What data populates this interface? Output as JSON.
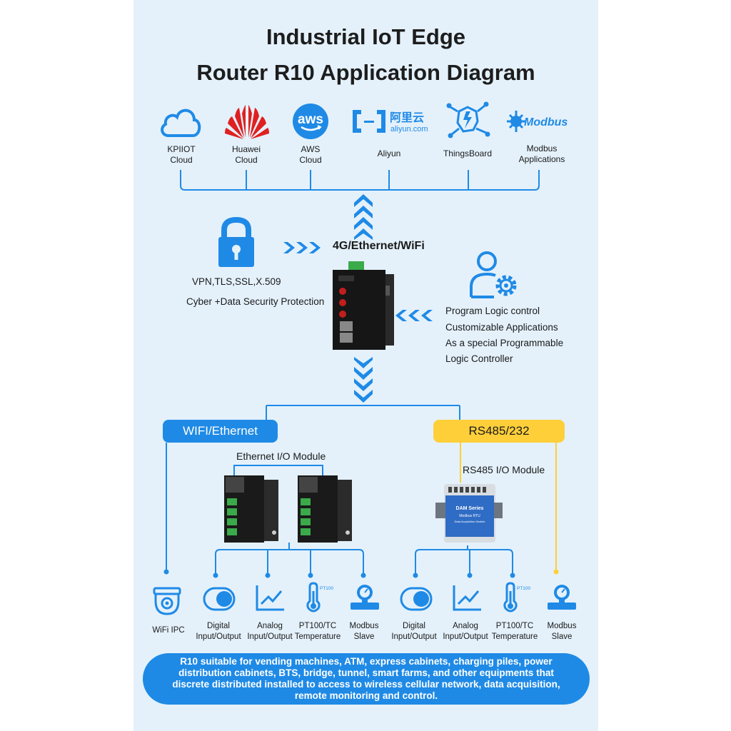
{
  "title": {
    "line1": "Industrial IoT Edge",
    "line2": "Router R10 Application Diagram"
  },
  "clouds": [
    {
      "icon": "cloud-icon",
      "label1": "KPIIOT",
      "label2": "Cloud"
    },
    {
      "icon": "huawei-logo",
      "label1": "Huawei",
      "label2": "Cloud"
    },
    {
      "icon": "aws-logo",
      "label1": "AWS",
      "label2": "Cloud",
      "logo_text": "aws"
    },
    {
      "icon": "aliyun-logo",
      "label1": "Aliyun",
      "label2": "",
      "logo_text": "阿里云",
      "logo_sub": "aliyun.com"
    },
    {
      "icon": "thingsboard-logo",
      "label1": "ThingsBoard",
      "label2": ""
    },
    {
      "icon": "modbus-logo",
      "label1": "Modbus",
      "label2": "Applications",
      "logo_text": "Modbus"
    }
  ],
  "connectivity": "4G/Ethernet/WiFi",
  "security": {
    "line1": "VPN,TLS,SSL,X.509",
    "line2": "Cyber +Data Security Protection"
  },
  "logic": {
    "line1": "Program Logic control",
    "line2": "Customizable Applications",
    "line3": "As a special Programmable",
    "line4": "Logic Controller"
  },
  "wifi_ethernet_label": "WIFI/Ethernet",
  "rs485_label": "RS485/232",
  "ethernet_module_label": "Ethernet I/O Module",
  "rs485_module_label": "RS485 I/O Module",
  "dam_device_text": {
    "brand": "DAM Series",
    "line1": "Modbus RTU",
    "line2": "Data Acquisition Module"
  },
  "pt_badge": "PT100",
  "devices": [
    {
      "icon": "camera-icon",
      "label1": "WiFi IPC",
      "label2": ""
    },
    {
      "icon": "toggle-icon",
      "label1": "Digital",
      "label2": "Input/Output"
    },
    {
      "icon": "chart-icon",
      "label1": "Analog",
      "label2": "Input/Output"
    },
    {
      "icon": "thermometer-icon",
      "label1": "PT100/TC",
      "label2": "Temperature"
    },
    {
      "icon": "flowmeter-icon",
      "label1": "Modbus",
      "label2": "Slave"
    },
    {
      "icon": "toggle-icon",
      "label1": "Digital",
      "label2": "Input/Output"
    },
    {
      "icon": "chart-icon",
      "label1": "Analog",
      "label2": "Input/Output"
    },
    {
      "icon": "thermometer-icon",
      "label1": "PT100/TC",
      "label2": "Temperature"
    },
    {
      "icon": "flowmeter-icon",
      "label1": "Modbus",
      "label2": "Slave"
    }
  ],
  "footer": "R10 suitable for vending machines, ATM, express cabinets, charging piles, power distribution cabinets, BTS, bridge, tunnel, smart farms, and other equipments that discrete distributed installed to access to wireless cellular network, data acquisition, remote monitoring and control.",
  "colors": {
    "panel": "#e4f1fb",
    "accent": "#1f8ae6",
    "yellow": "#ffcf3a",
    "huawei": "#e02020"
  }
}
